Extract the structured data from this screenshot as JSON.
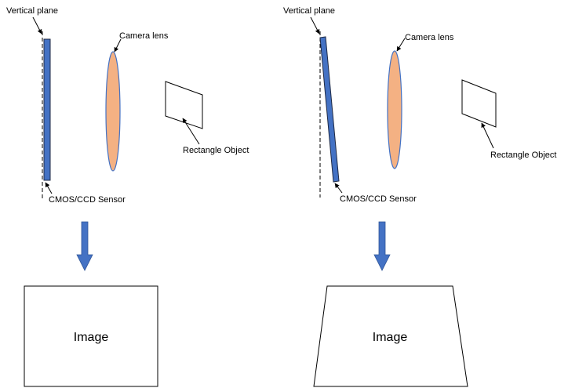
{
  "colors": {
    "sensor": "#4472C4",
    "sensor_stroke": "#1F2A44",
    "lens": "#F4B183",
    "lens_stroke": "#4472C4",
    "arrow": "#4472C4",
    "line": "#000000"
  },
  "left_setup": {
    "vertical_plane_label": "Vertical plane",
    "lens_label": "Camera lens",
    "object_label": "Rectangle Object",
    "sensor_label": "CMOS/CCD Sensor",
    "image_label": "Image"
  },
  "right_setup": {
    "vertical_plane_label": "Vertical plane",
    "lens_label": "Camera lens",
    "object_label": "Rectangle Object",
    "sensor_label": "CMOS/CCD Sensor",
    "image_label": "Image"
  }
}
